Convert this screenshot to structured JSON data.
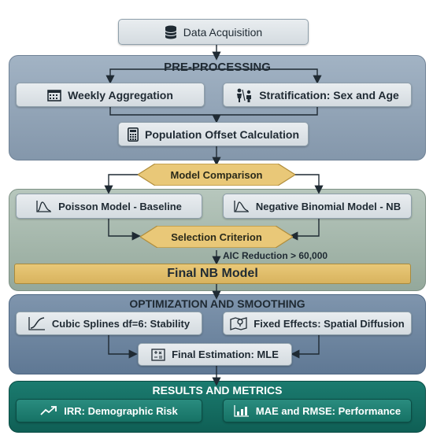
{
  "acquisition": {
    "label": "Data Acquisition",
    "icon": "database-icon"
  },
  "preprocessing": {
    "title": "PRE-PROCESSING",
    "weekly": {
      "label": "Weekly Aggregation",
      "icon": "calendar-icon"
    },
    "strat": {
      "label": "Stratification: Sex and Age",
      "icon": "people-icon"
    },
    "offset": {
      "label": "Population Offset Calculation",
      "icon": "calculator-icon"
    }
  },
  "comparison": {
    "label": "Model Comparison"
  },
  "models": {
    "poisson": {
      "label": "Poisson Model - Baseline",
      "icon": "curve-icon"
    },
    "nb": {
      "label": "Negative Binomial Model - NB",
      "icon": "curve-icon"
    },
    "criterion": "Selection Criterion",
    "aic": "AIC Reduction > 60,000",
    "final": "Final NB Model"
  },
  "optimization": {
    "title": "OPTIMIZATION AND SMOOTHING",
    "splines": {
      "label": "Cubic Splines df=6: Stability",
      "icon": "spline-icon"
    },
    "fixed": {
      "label": "Fixed Effects: Spatial Diffusion",
      "icon": "map-icon"
    },
    "mle": {
      "label": "Final Estimation: MLE",
      "icon": "formula-icon"
    }
  },
  "results": {
    "title": "RESULTS AND METRICS",
    "irr": {
      "label": "IRR: Demographic Risk",
      "icon": "trend-up-icon"
    },
    "mae": {
      "label": "MAE and RMSE: Performance",
      "icon": "bar-chart-icon"
    }
  },
  "colors": {
    "panel_blue": "#8b9fb3",
    "panel_green": "#9fb3a6",
    "panel_opt": "#6f86a0",
    "panel_results": "#146e63",
    "diamond": "#e9c878",
    "final_bar": "#dfbd6a"
  }
}
